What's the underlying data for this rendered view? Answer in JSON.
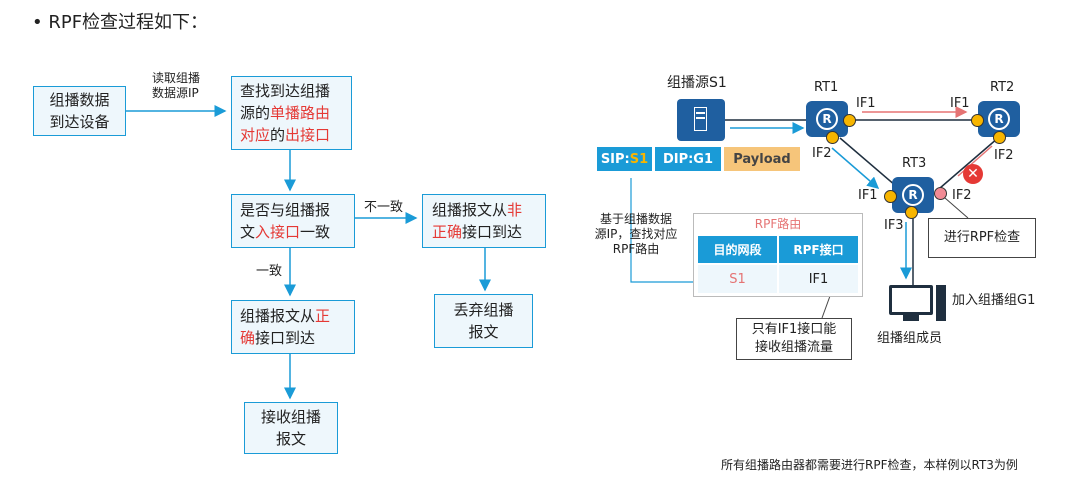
{
  "title": "•  RPF检查过程如下：",
  "flow": {
    "box_arrive": "组播数据到达设备",
    "lbl_read": [
      "读取组播",
      "数据源IP"
    ],
    "box_lookup": {
      "l1": "查找到达组播",
      "l2a": "源的",
      "l2b": "单播路由",
      "l3a": "对应",
      "l3b": "的",
      "l3c": "出接口"
    },
    "box_match": {
      "l1": "是否与组播报",
      "l2a": "文",
      "l2b": "入接口",
      "l2c": "一致"
    },
    "lbl_mismatch": "不一致",
    "lbl_match": "一致",
    "box_wrong": {
      "l1a": "组播报文从",
      "l1b": "非",
      "l2a": "正确",
      "l2b": "接口到达"
    },
    "box_drop": "丢弃组播报文",
    "box_correct": {
      "l1a": "组播报文从",
      "l1b": "正",
      "l2a": "确",
      "l2b": "接口到达"
    },
    "box_recv": "接收组播报文"
  },
  "net": {
    "source": "组播源S1",
    "rt1": "RT1",
    "rt2": "RT2",
    "rt3": "RT3",
    "router_glyph": "R",
    "if1": "IF1",
    "if2": "IF2",
    "if3": "IF3",
    "pkt_sip": "SIP:",
    "pkt_s1": "S1",
    "pkt_dip": "DIP:G1",
    "pkt_payload": "Payload",
    "lookup_note": [
      "基于组播数据",
      "源IP，查找对应",
      "RPF路由"
    ],
    "rpf_title": "RPF路由",
    "rpf_col1": "目的网段",
    "rpf_col2": "RPF接口",
    "rpf_val1": "S1",
    "rpf_val2": "IF1",
    "callout_if1": [
      "只有IF1接口能",
      "接收组播流量"
    ],
    "callout_rpf": "进行RPF检查",
    "join": "加入组播组G1",
    "member": "组播组成员",
    "footer": "所有组播路由器都需要进行RPF检查，本样例以RT3为例"
  },
  "colors": {
    "accent": "#1a9bd7",
    "highlight": "#e53935",
    "router": "#1f5fa0",
    "port": "#f7b500",
    "payload": "#f6c57a"
  }
}
